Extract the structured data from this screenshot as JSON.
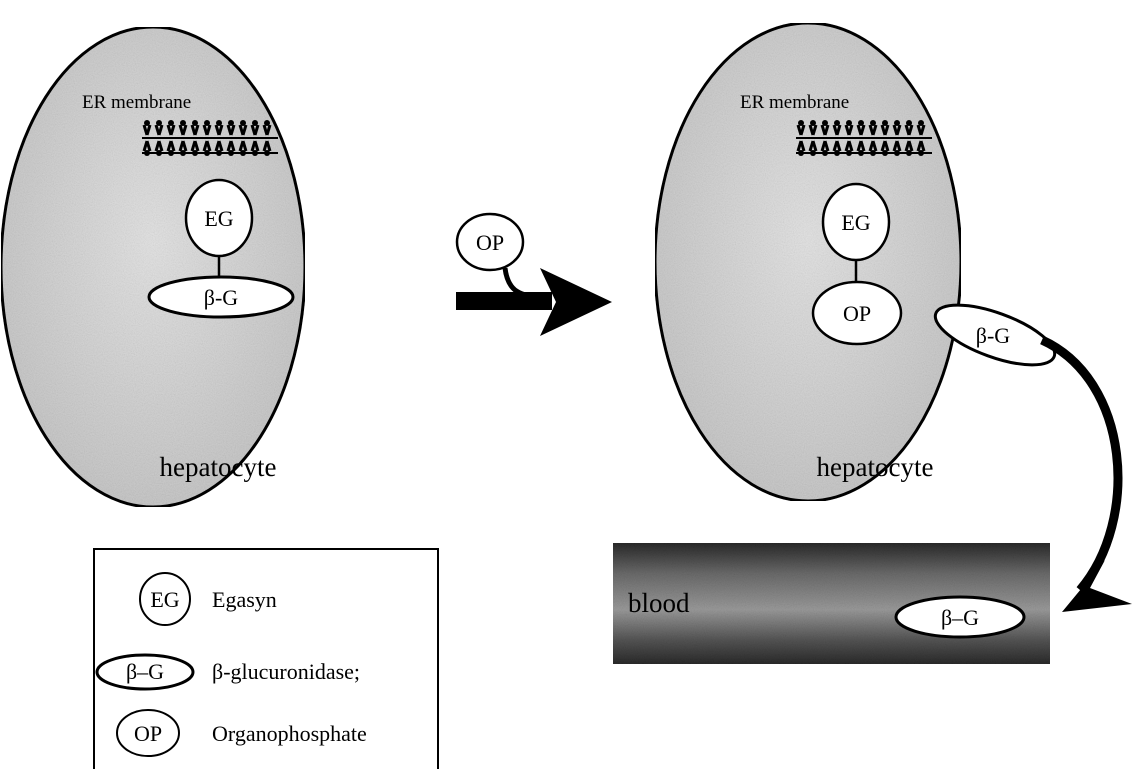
{
  "cells": {
    "left": {
      "membrane_label": "ER membrane",
      "egasyn": "EG",
      "enzyme": "β-G",
      "cell_label": "hepatocyte"
    },
    "right": {
      "membrane_label": "ER membrane",
      "egasyn": "EG",
      "bound": "OP",
      "enzyme_released": "β-G",
      "cell_label": "hepatocyte"
    }
  },
  "incoming": {
    "label": "OP"
  },
  "blood": {
    "label": "blood",
    "enzyme": "β–G"
  },
  "legend": {
    "items": [
      {
        "symbol": "EG",
        "text": "Egasyn"
      },
      {
        "symbol": "β–G",
        "text": "β-glucuronidase;"
      },
      {
        "symbol": "OP",
        "text": "Organophosphate"
      }
    ]
  },
  "colors": {
    "cell_fill": "#d3d3d3",
    "blood_dark": "#2a2a2a",
    "blood_light": "#9a9a9a",
    "outline": "#000000"
  }
}
